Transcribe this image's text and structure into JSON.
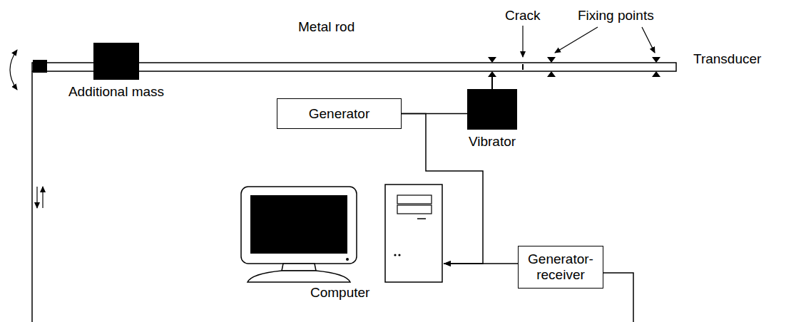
{
  "diagram": {
    "nodes": [
      {
        "text": [
          "Additional mass"
        ]
      },
      {
        "text": [
          "Generator"
        ]
      },
      {
        "text": [
          "Vibrator"
        ]
      },
      {
        "text": [
          "Computer"
        ]
      },
      {
        "text": [
          "Generator-receiver"
        ]
      }
    ],
    "edges": [
      {
        "from": 1,
        "to": 2,
        "arrow": "none"
      },
      {
        "from": 1,
        "to": 3,
        "arrow": "to"
      },
      {
        "from": 4,
        "to": 3,
        "arrow": "to"
      }
    ],
    "labels": [
      "Metal rod",
      "Crack",
      "Fixing points",
      "Transducer"
    ]
  }
}
